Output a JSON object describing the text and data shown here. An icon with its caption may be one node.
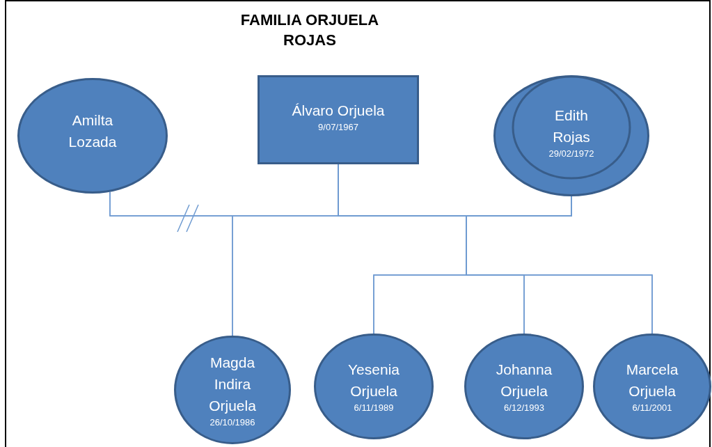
{
  "diagram": {
    "title": "FAMILIA ORJUELA ROJAS",
    "nodes": [
      {
        "text": [
          "Amilta Lozada"
        ]
      },
      {
        "text": [
          "Álvaro Orjuela",
          "9/07/1967"
        ]
      },
      {
        "text": [
          "Edith Rojas",
          "29/02/1972"
        ]
      },
      {
        "text": [
          "Magda Indira Orjuela",
          "26/10/1986"
        ]
      },
      {
        "text": [
          "Yesenia Orjuela",
          "6/11/1989"
        ]
      },
      {
        "text": [
          "Johanna Orjuela",
          "6/12/1993"
        ]
      },
      {
        "text": [
          "Marcela Orjuela",
          "6/11/2001"
        ]
      }
    ],
    "edges": [
      {
        "from": 0,
        "to": 1,
        "arrow": "none"
      },
      {
        "from": 1,
        "to": 2,
        "arrow": "none"
      },
      {
        "from": 0,
        "to": 3,
        "arrow": "none"
      },
      {
        "from": 1,
        "to": 3,
        "arrow": "none"
      },
      {
        "from": 1,
        "to": 4,
        "arrow": "none"
      },
      {
        "from": 1,
        "to": 5,
        "arrow": "none"
      },
      {
        "from": 1,
        "to": 6,
        "arrow": "none"
      },
      {
        "from": 2,
        "to": 4,
        "arrow": "none"
      },
      {
        "from": 2,
        "to": 5,
        "arrow": "none"
      },
      {
        "from": 2,
        "to": 6,
        "arrow": "none"
      }
    ]
  }
}
